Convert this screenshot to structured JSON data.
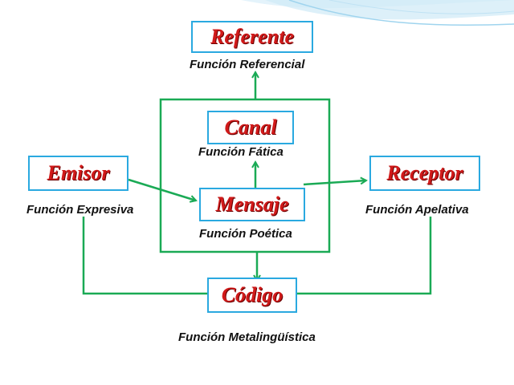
{
  "colors": {
    "box_border": "#2aa9e0",
    "title_text": "#d11a1a",
    "arrow": "#1aaa55",
    "wave": "#9fd4ee"
  },
  "nodes": {
    "referente": {
      "title": "Referente",
      "function": "Función Referencial"
    },
    "canal": {
      "title": "Canal",
      "function": "Función Fática"
    },
    "emisor": {
      "title": "Emisor",
      "function": "Función Expresiva"
    },
    "mensaje": {
      "title": "Mensaje",
      "function": "Función Poética"
    },
    "receptor": {
      "title": "Receptor",
      "function": "Función Apelativa"
    },
    "codigo": {
      "title": "Código",
      "function": "Función Metalingüística"
    }
  }
}
